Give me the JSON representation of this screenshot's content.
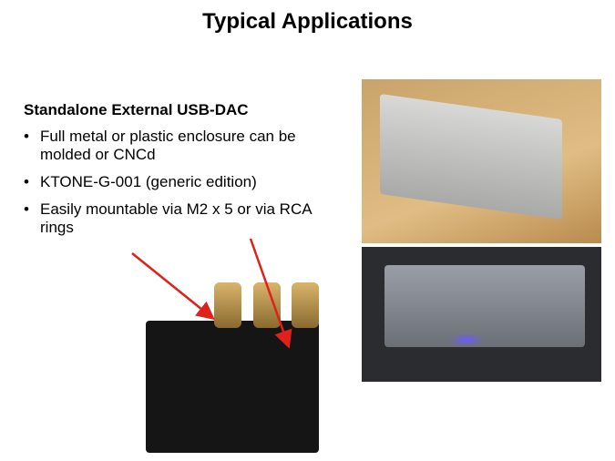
{
  "title": "Typical Applications",
  "subtitle": "Standalone External USB-DAC",
  "bullets": [
    "Full metal or plastic enclosure can be molded  or CNCd",
    "KTONE-G-001 (generic edition)",
    "Easily mountable  via M2 x 5 or via RCA rings"
  ]
}
